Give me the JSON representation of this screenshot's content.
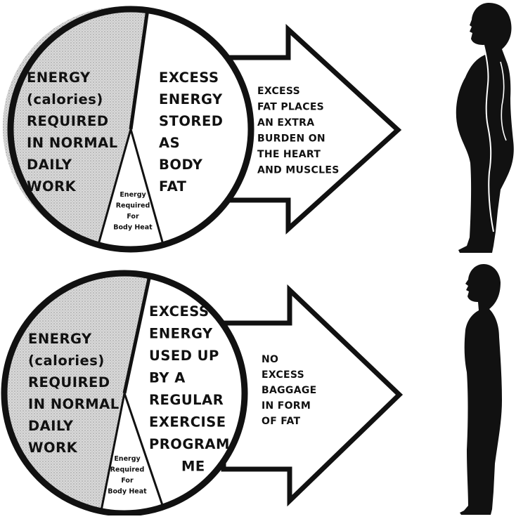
{
  "top": {
    "pie": {
      "required_lines": [
        "ENERGY",
        "(calories)",
        "REQUIRED",
        "IN NORMAL",
        "DAILY",
        "WORK"
      ],
      "stored_lines": [
        "EXCESS",
        "ENERGY",
        "STORED",
        "AS",
        "BODY",
        "FAT"
      ],
      "heat_lines": [
        "Energy",
        "Required",
        "For",
        "Body Heat"
      ]
    },
    "arrow_lines": [
      "EXCESS",
      "FAT PLACES",
      "AN EXTRA",
      "BURDEN ON",
      "THE HEART",
      "AND MUSCLES"
    ]
  },
  "bottom": {
    "pie": {
      "required_lines": [
        "ENERGY",
        "(calories)",
        "REQUIRED",
        "IN NORMAL",
        "DAILY",
        "WORK"
      ],
      "used_lines": [
        "EXCESS",
        "ENERGY",
        "USED UP",
        "BY A",
        "REGULAR",
        "EXERCISE",
        "PROGRAM-",
        "ME"
      ],
      "heat_lines": [
        "Energy",
        "Required",
        "For",
        "Body Heat"
      ]
    },
    "arrow_lines": [
      "NO",
      "EXCESS",
      "BAGGAGE",
      "IN FORM",
      "OF FAT"
    ]
  },
  "colors": {
    "ink": "#111111",
    "shade": "#d6d6d6",
    "paper": "#ffffff"
  },
  "icons": {
    "top_figure": "overweight-person-silhouette-icon",
    "bottom_figure": "fit-person-silhouette-icon"
  }
}
